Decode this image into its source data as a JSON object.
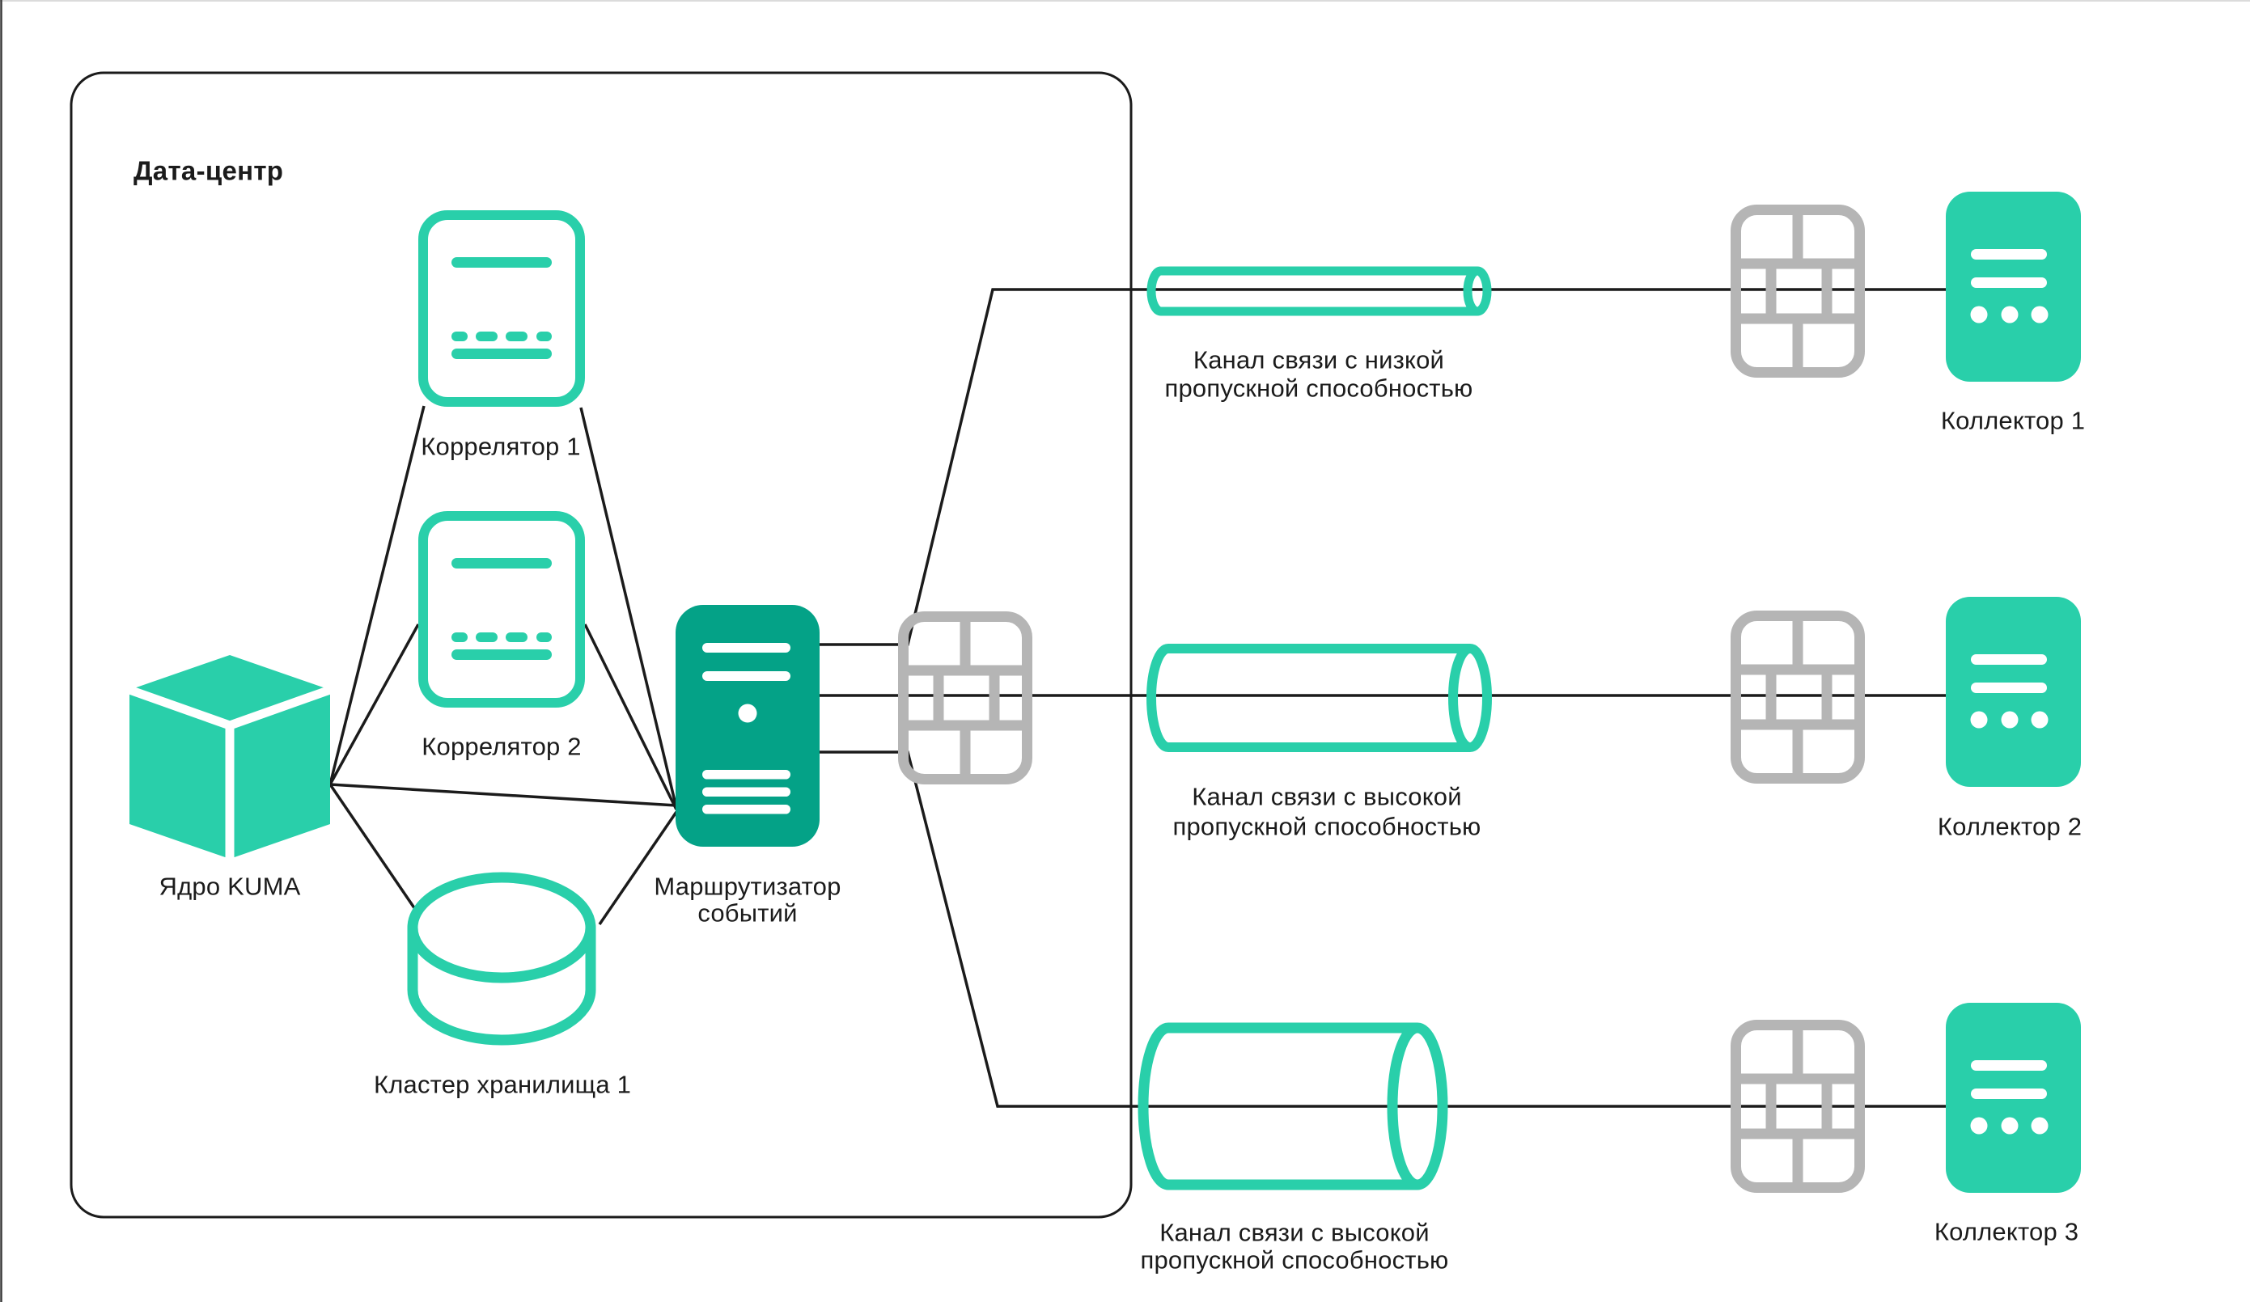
{
  "page": {
    "background": "#ffffff"
  },
  "colors": {
    "accent_green": "#29CFAA",
    "accent_teal": "#04A287",
    "firewall_gray": "#B5B5B5",
    "line_black": "#1B1B1B"
  },
  "datacenter": {
    "label": "Дата-центр",
    "kuma_core": {
      "label": "Ядро KUMA",
      "icon": "cube-icon"
    },
    "correlator1": {
      "label": "Коррелятор 1",
      "icon": "server-card-icon"
    },
    "correlator2": {
      "label": "Коррелятор 2",
      "icon": "server-card-icon"
    },
    "storage_cluster": {
      "label": "Кластер хранилища 1",
      "icon": "database-cylinder-icon"
    },
    "event_router": {
      "label_line1": "Маршрутизатор",
      "label_line2": "событий",
      "icon": "server-tower-icon"
    }
  },
  "channels": [
    {
      "line1": "Канал связи с низкой",
      "line2": "пропускной способностью",
      "bandwidth": "low"
    },
    {
      "line1": "Канал связи с высокой",
      "line2": "пропускной способностью",
      "bandwidth": "high"
    },
    {
      "line1": "Канал связи с высокой",
      "line2": "пропускной способностью",
      "bandwidth": "high"
    }
  ],
  "collectors": [
    {
      "label": "Коллектор 1",
      "icon": "collector-icon"
    },
    {
      "label": "Коллектор 2",
      "icon": "collector-icon"
    },
    {
      "label": "Коллектор 3",
      "icon": "collector-icon"
    }
  ]
}
